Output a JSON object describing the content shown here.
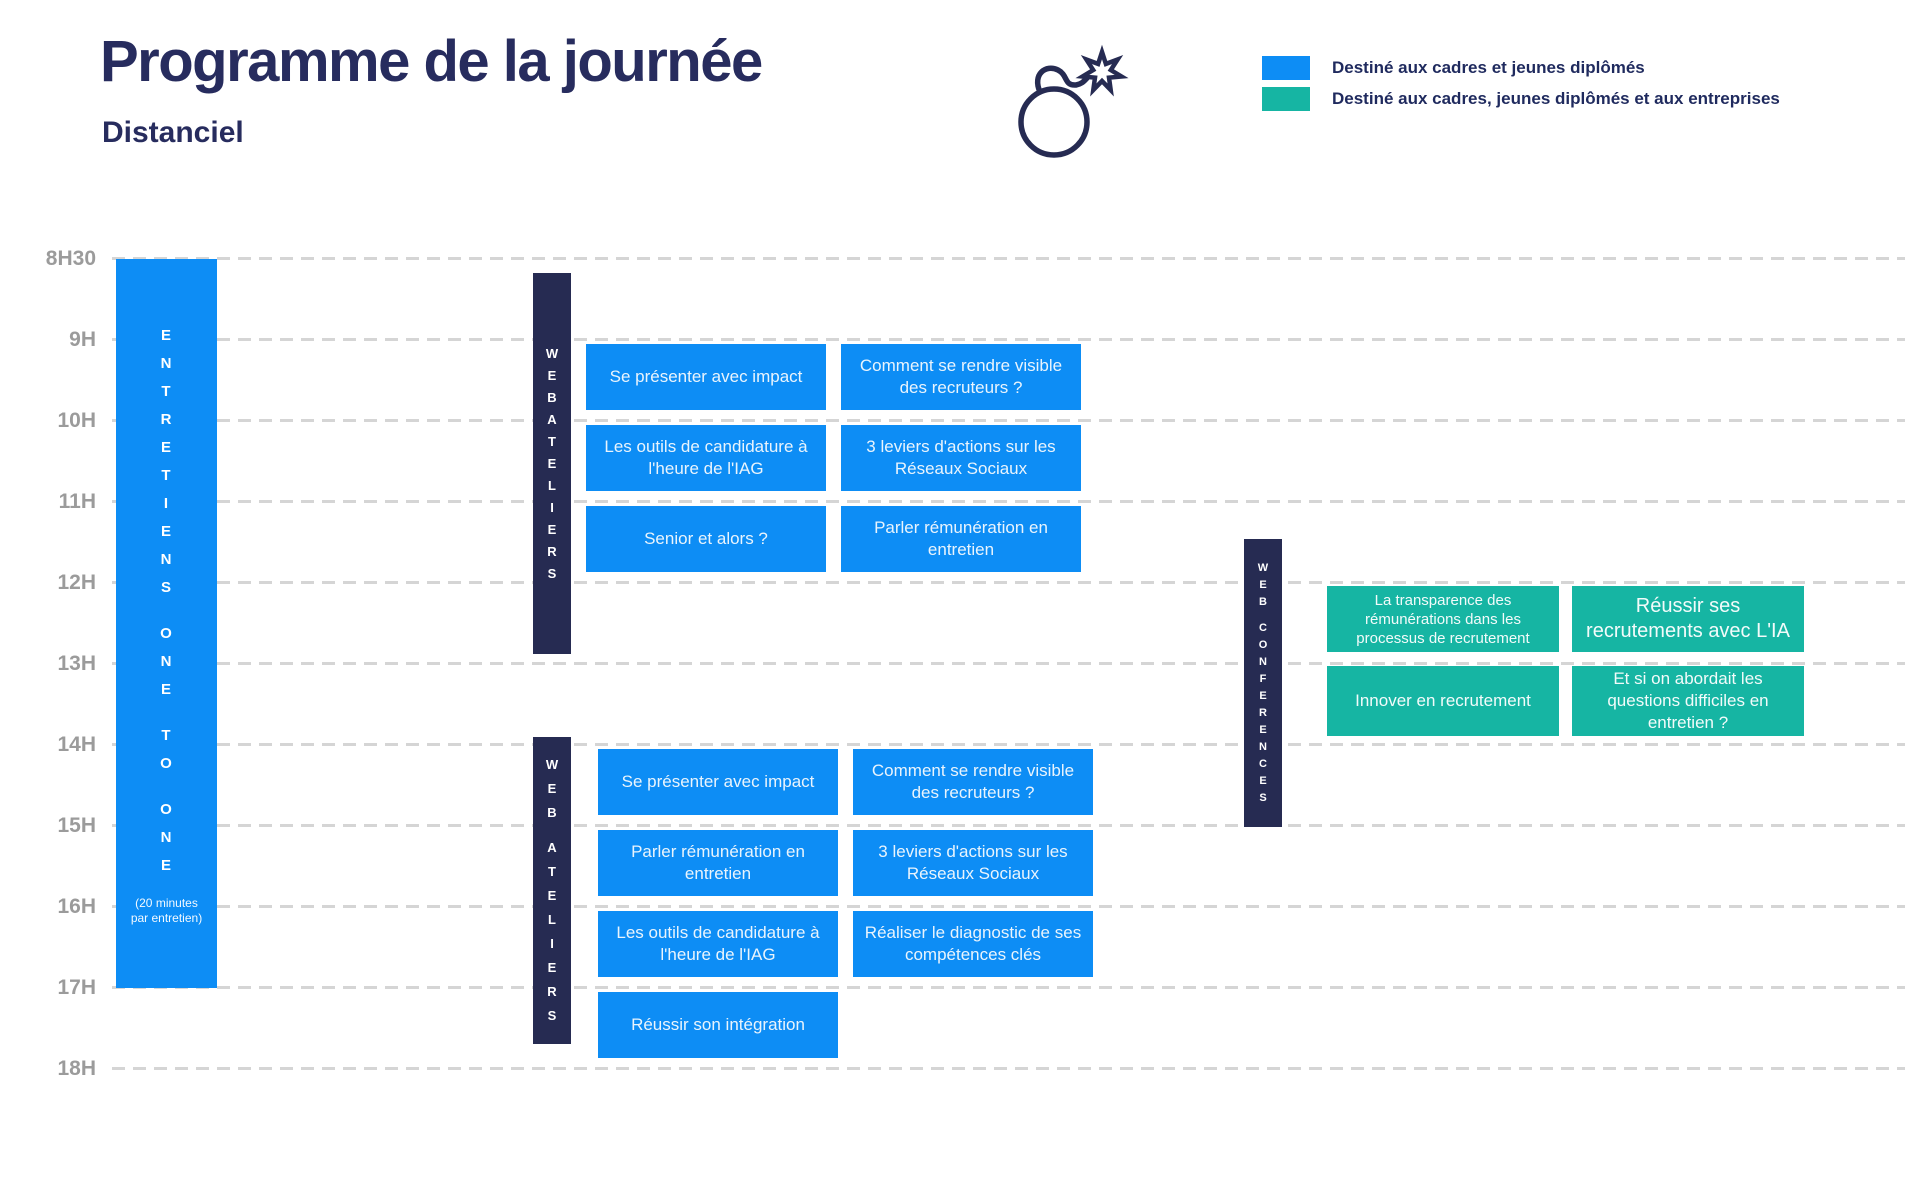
{
  "header": {
    "title": "Programme de la journée",
    "subtitle": "Distanciel"
  },
  "legend": {
    "items": [
      {
        "color": "#0d8df5",
        "label": "Destiné aux cadres et jeunes diplômés"
      },
      {
        "color": "#16b5a3",
        "label": "Destiné aux cadres,  jeunes diplômés et aux entreprises"
      }
    ]
  },
  "timeline": {
    "times": [
      "8H30",
      "9H",
      "10H",
      "11H",
      "12H",
      "13H",
      "14H",
      "15H",
      "16H",
      "17H",
      "18H"
    ]
  },
  "tracks": {
    "entretiens": {
      "label": "ENTRETIENS ONE TO ONE",
      "note": "(20 minutes par entretien)"
    },
    "webateliers_am": {
      "label": "WEBATELIERS"
    },
    "webconferences": {
      "label": "WEB CONFERENCES"
    },
    "webateliers_pm": {
      "label": "WEB ATELIERS"
    }
  },
  "events": {
    "morning": {
      "col_a": [
        "Se présenter avec impact",
        "Les outils de candidature à l'heure de l'IAG",
        "Senior et alors ?"
      ],
      "col_b": [
        "Comment se rendre visible des recruteurs ?",
        "3 leviers d'actions sur les Réseaux Sociaux",
        "Parler rémunération en entretien"
      ]
    },
    "conferences": {
      "col_a": [
        "La transparence des rémunérations dans les processus de recrutement",
        "Innover en recrutement"
      ],
      "col_b": [
        "Réussir ses recrutements avec L'IA",
        "Et si on abordait les questions difficiles en entretien ?"
      ]
    },
    "afternoon": {
      "col_a": [
        "Se présenter avec impact",
        "Parler rémunération en entretien",
        "Les outils de candidature à l'heure de l'IAG",
        "Réussir son intégration"
      ],
      "col_b": [
        "Comment se rendre visible des recruteurs ?",
        "3 leviers d'actions sur les Réseaux Sociaux",
        "Réaliser le diagnostic de ses compétences clés"
      ]
    }
  },
  "colors": {
    "blue": "#0d8df5",
    "teal": "#16b5a3",
    "navy": "#262b52",
    "title_navy": "#272c5e",
    "time_gray": "#9b9b9b"
  }
}
